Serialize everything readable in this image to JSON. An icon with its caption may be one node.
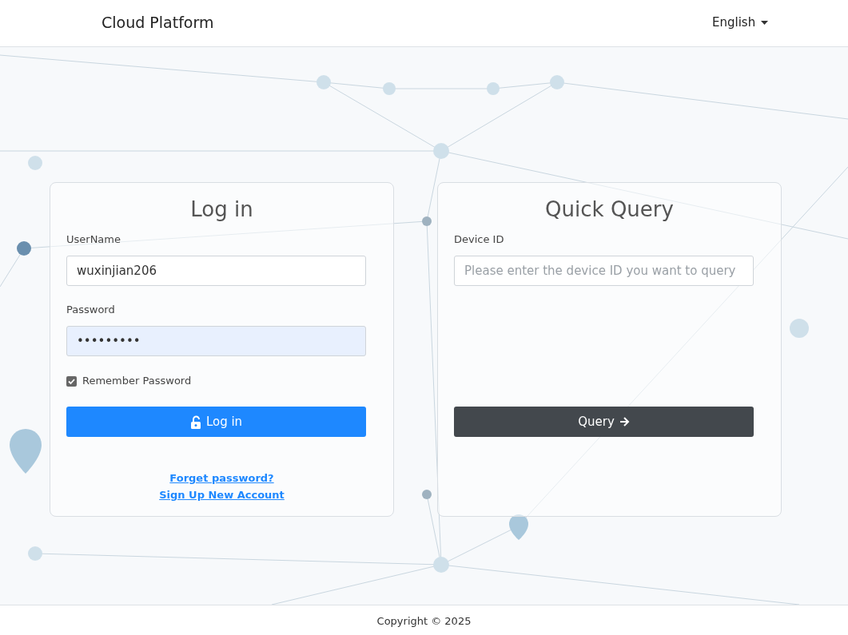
{
  "diagram": {
    "nodes": [
      {
        "text": [
          "Log in"
        ]
      },
      {
        "text": [
          "wuxinjian206"
        ],
        "in": 0
      },
      {
        "text": [
          "•••••••••"
        ],
        "in": 0
      },
      {
        "text": [
          "Log in"
        ],
        "in": 0
      },
      {
        "text": [
          "Quick Query"
        ]
      },
      {
        "text": [
          "Please enter the device ID you want to query"
        ],
        "in": 4
      },
      {
        "text": [
          "Query"
        ],
        "in": 4
      }
    ],
    "labels": [
      "Cloud Platform",
      "English",
      "UserName",
      "Password",
      "Remember Password",
      "Forget password?",
      "Sign Up New Account",
      "Device ID",
      "Copyright © 2025"
    ]
  }
}
